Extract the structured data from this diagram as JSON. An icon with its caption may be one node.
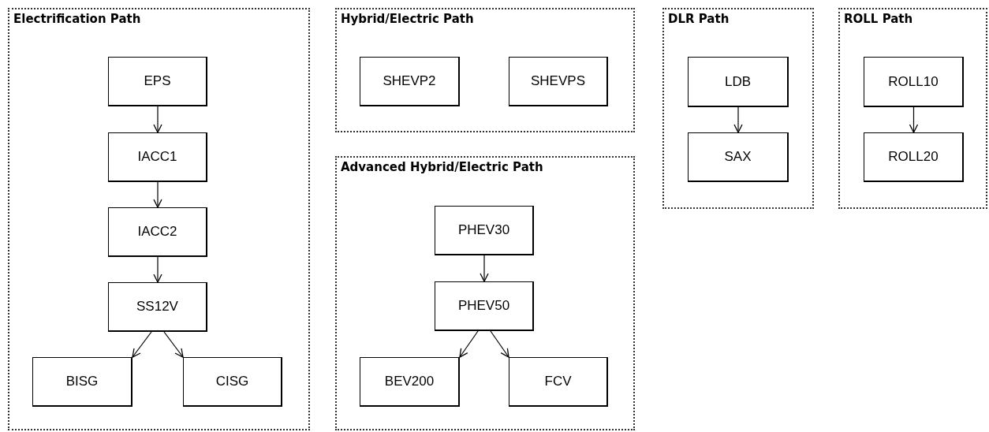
{
  "diagram": {
    "nodes": [
      {
        "text": [
          "Electrification Path"
        ]
      },
      {
        "text": [
          "EPS"
        ],
        "in": 0
      },
      {
        "text": [
          "IACC1"
        ],
        "in": 0
      },
      {
        "text": [
          "IACC2"
        ],
        "in": 0
      },
      {
        "text": [
          "SS12V"
        ],
        "in": 0
      },
      {
        "text": [
          "BISG"
        ],
        "in": 0
      },
      {
        "text": [
          "CISG"
        ],
        "in": 0
      },
      {
        "text": [
          "Hybrid/Electric Path"
        ]
      },
      {
        "text": [
          "SHEVP2"
        ],
        "in": 7
      },
      {
        "text": [
          "SHEVPS"
        ],
        "in": 7
      },
      {
        "text": [
          "Advanced Hybrid/Electric Path"
        ]
      },
      {
        "text": [
          "PHEV30"
        ],
        "in": 10
      },
      {
        "text": [
          "PHEV50"
        ],
        "in": 10
      },
      {
        "text": [
          "BEV200"
        ],
        "in": 10
      },
      {
        "text": [
          "FCV"
        ],
        "in": 10
      },
      {
        "text": [
          "DLR Path"
        ]
      },
      {
        "text": [
          "LDB"
        ],
        "in": 15
      },
      {
        "text": [
          "SAX"
        ],
        "in": 15
      },
      {
        "text": [
          "ROLL Path"
        ]
      },
      {
        "text": [
          "ROLL10"
        ],
        "in": 18
      },
      {
        "text": [
          "ROLL20"
        ],
        "in": 18
      }
    ],
    "edges": [
      {
        "from": 1,
        "to": 2,
        "arrow": "to"
      },
      {
        "from": 2,
        "to": 3,
        "arrow": "to"
      },
      {
        "from": 3,
        "to": 4,
        "arrow": "to"
      },
      {
        "from": 4,
        "to": 5,
        "arrow": "to"
      },
      {
        "from": 4,
        "to": 6,
        "arrow": "to"
      },
      {
        "from": 11,
        "to": 12,
        "arrow": "to"
      },
      {
        "from": 12,
        "to": 13,
        "arrow": "to"
      },
      {
        "from": 12,
        "to": 14,
        "arrow": "to"
      },
      {
        "from": 16,
        "to": 17,
        "arrow": "to"
      },
      {
        "from": 19,
        "to": 20,
        "arrow": "to"
      }
    ]
  }
}
